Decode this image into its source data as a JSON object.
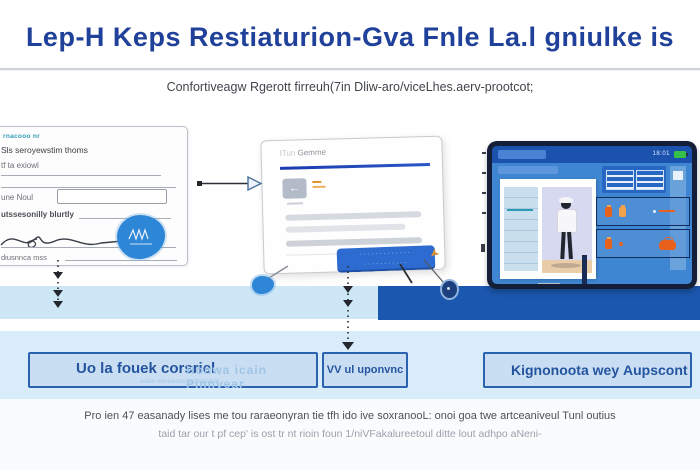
{
  "header": {
    "title": "Lep-H Keps Restiaturion-Gva Fnle La.l gniulke is",
    "subtitle": "Confortiveagw Rgerott firreuh(7in Dliw-aro/viceLhes.aerv-prootcot;"
  },
  "form": {
    "tag": "rnacooo nr",
    "heading": "Sls seroyewstim thoms",
    "field1_label": "tf ta exiowl",
    "field2_label": "une Noul",
    "field3_label": "utssesonilly blurtly",
    "field4_label": "diusnnca mss"
  },
  "browser": {
    "header_prefix": "ITun ",
    "header_title": "Gemme",
    "back_glyph": "←",
    "button_dots_row1": "·············",
    "button_dots_row2": "···········",
    "cursor_glyph": "➤"
  },
  "tablet": {
    "status_time": "18:01"
  },
  "steps": {
    "box1_title": "Uo la fouek corsriel",
    "box1_sub": "asitin veniseuss uxceonenir",
    "box1_secondary": "Honwa icain   Pinnvear",
    "box2_title": "VV ul uponvnc",
    "box3_title": "Kignonoota wey",
    "box3_right": "Aupscont"
  },
  "footer": {
    "line1": "Pro ien 47 easanady lises me tou raraeonyran tie tfh ido ive soxranooL: onoi goa twe artceaniveul Tunl outius",
    "line2": "taid tar our t pf cep' is ost tr nt rioin foun 1/niVFakalureetoul ditte lout adhpo aNeni-"
  },
  "colors": {
    "title_navy": "#20419a",
    "accent_blue": "#2e6bd1",
    "band_dark": "#1b57ae",
    "band_light": "#cde7f7",
    "bottom_light": "#d9ecf9",
    "stamp_blue": "#2e86d6",
    "orange": "#e8611c",
    "box_border": "#2b62b0"
  }
}
